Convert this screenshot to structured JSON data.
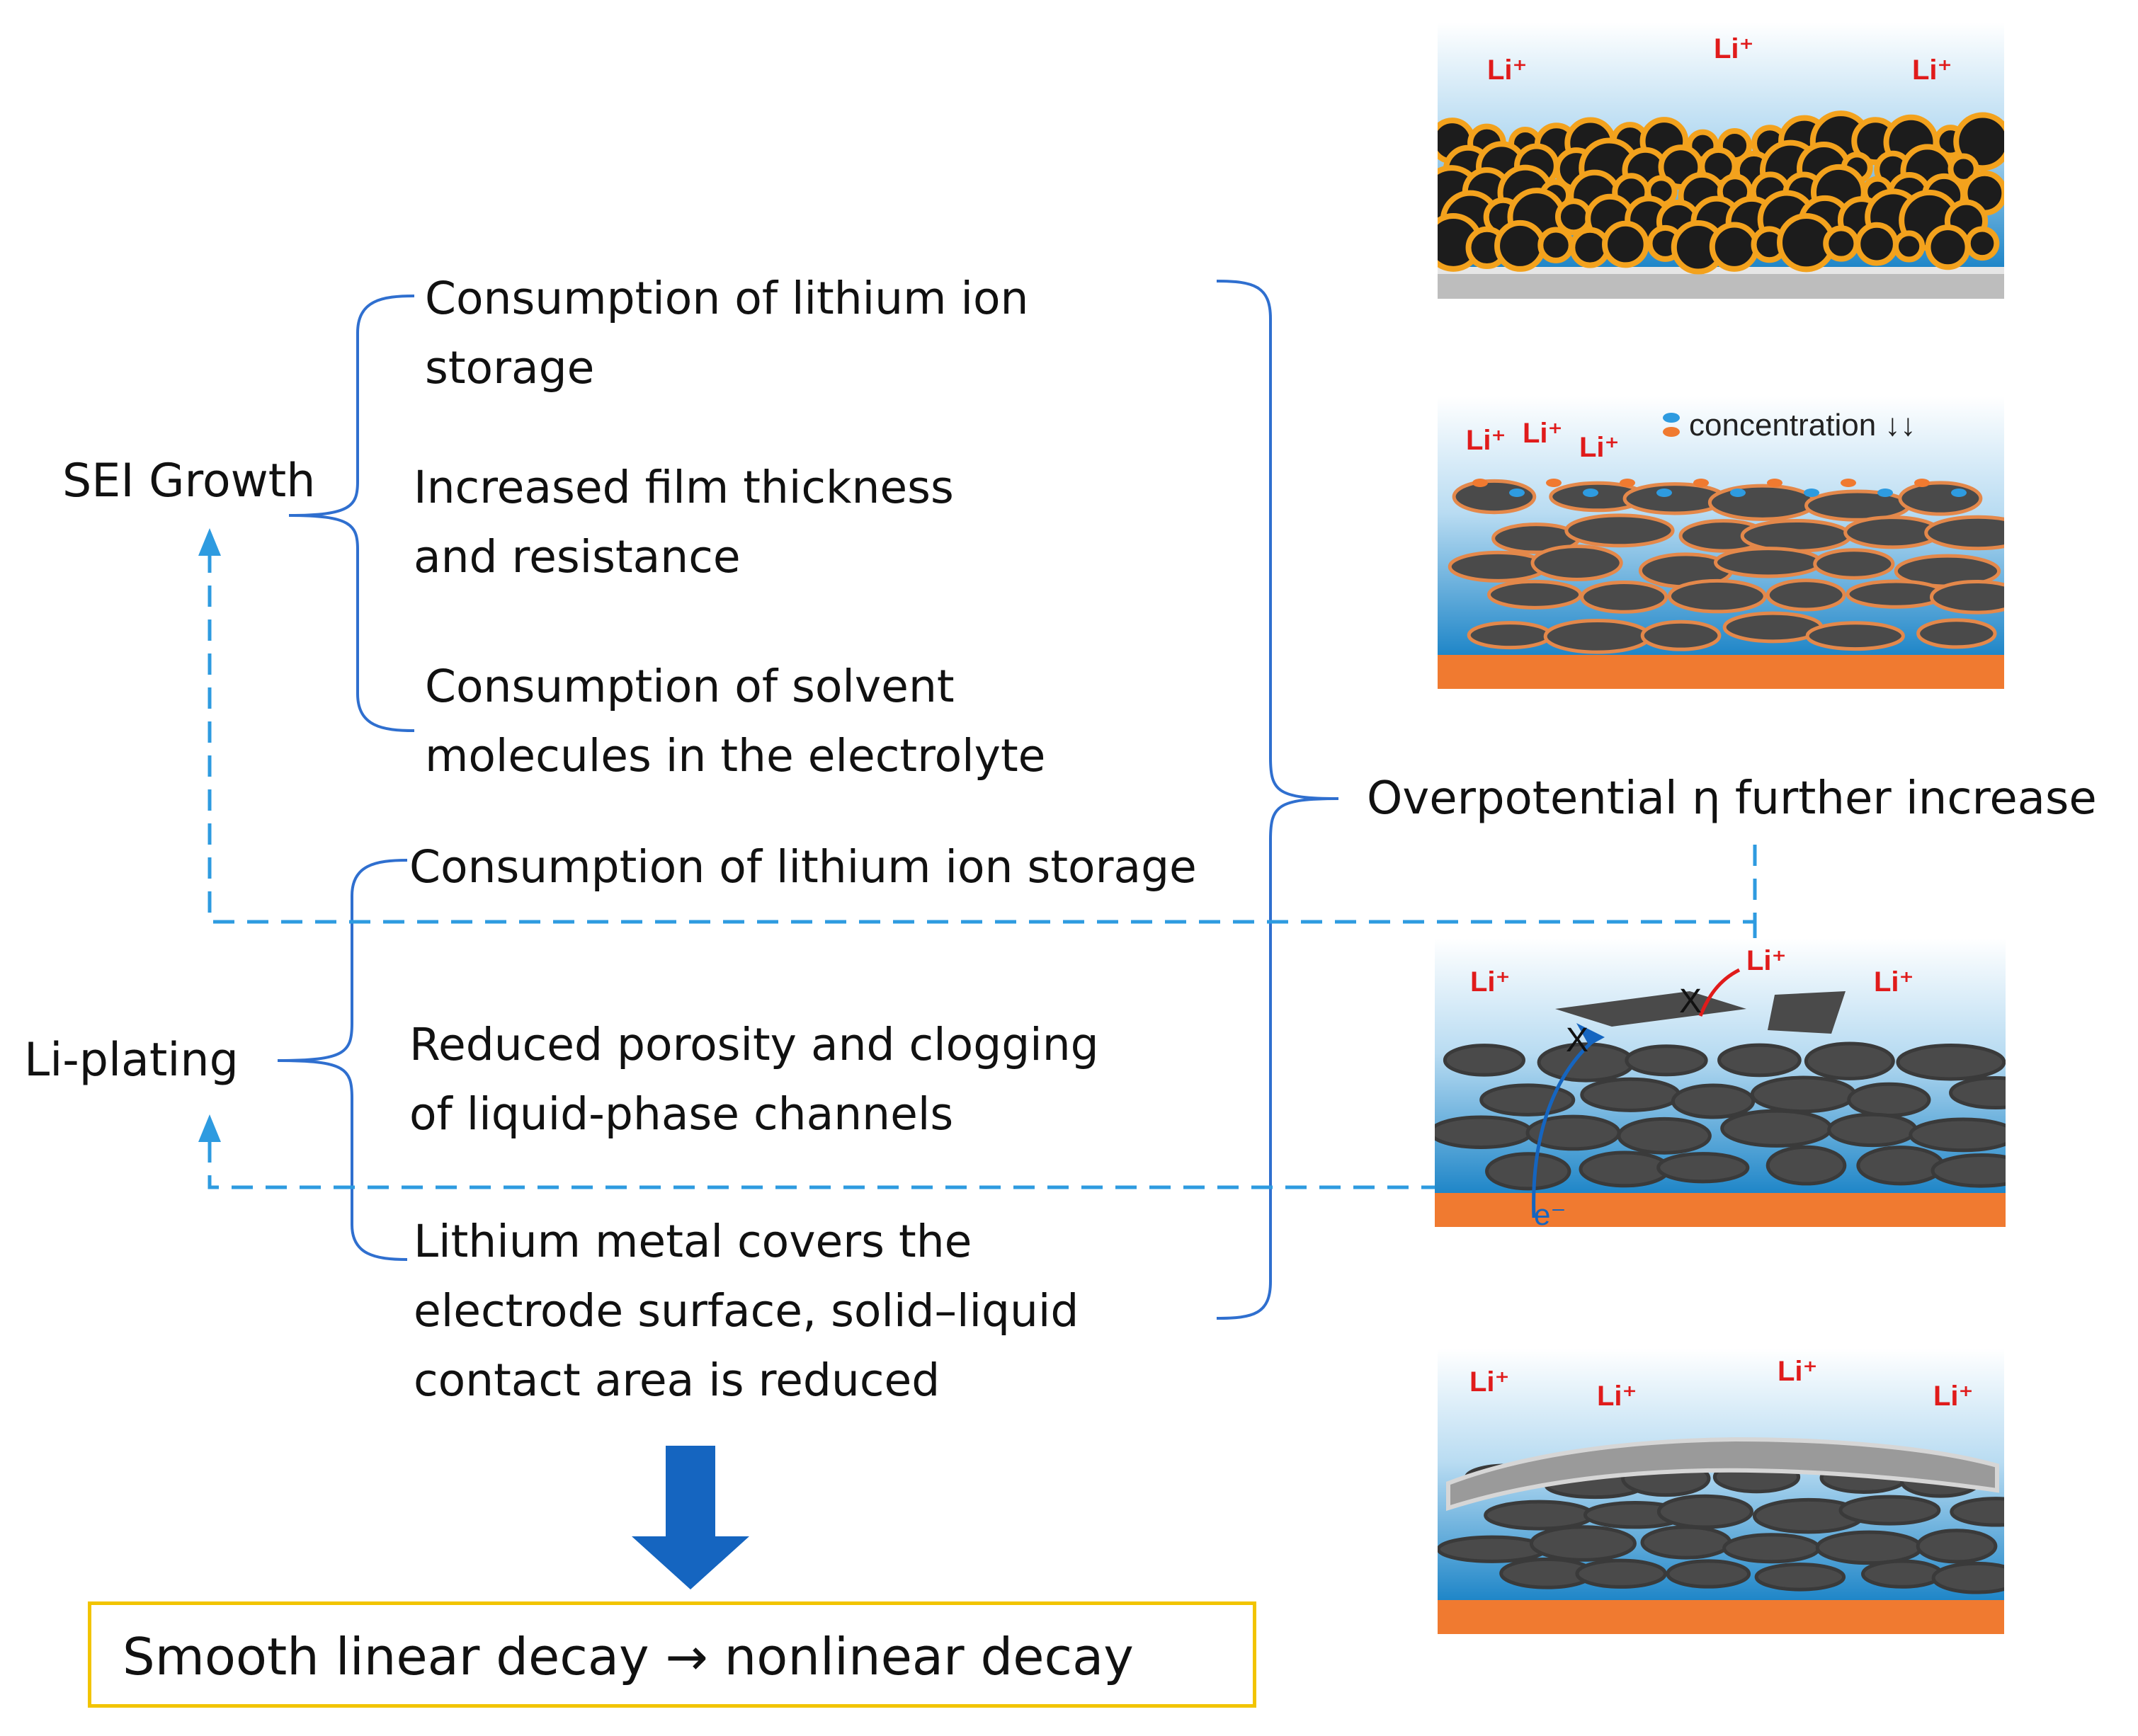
{
  "labels": {
    "sei": "SEI Growth",
    "li_plating": "Li-plating",
    "overpotential": "Overpotential η further increase"
  },
  "sei_effects": [
    [
      "Consumption of lithium ion",
      "storage"
    ],
    [
      "Increased film thickness",
      "and resistance"
    ],
    [
      "Consumption of solvent",
      "molecules in the electrolyte"
    ]
  ],
  "plating_effects": [
    [
      "Consumption of lithium ion storage"
    ],
    [
      "Reduced porosity and clogging",
      "of liquid-phase channels"
    ],
    [
      "Lithium metal covers the",
      "electrode surface, solid–liquid",
      "contact area is reduced"
    ]
  ],
  "result": "Smooth linear decay → nonlinear decay",
  "panels": {
    "ion_label": "Li⁺",
    "concentration_label": "concentration ↓↓",
    "electron_label": "e⁻",
    "blocked_mark": "X"
  },
  "colors": {
    "bracket": "#2f6fcf",
    "dashed_arrow": "#2e9be0",
    "down_arrow": "#1565c0",
    "result_border": "#f2c400",
    "ion_text": "#e01b1b",
    "electrolyte_blue": "#1f86c8",
    "current_collector_copper": "#f07a30",
    "sei_coating_orange": "#f3a21d"
  }
}
